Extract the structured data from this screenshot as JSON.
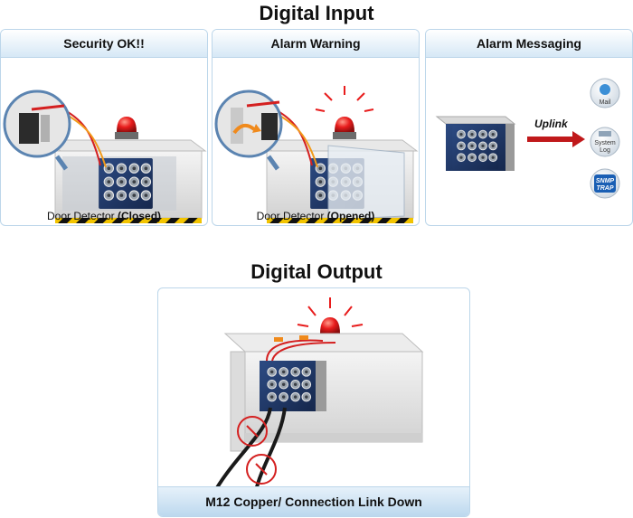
{
  "digital_input": {
    "title": "Digital Input",
    "panels": [
      {
        "heading": "Security OK!!",
        "caption_prefix": "Door Detector ",
        "caption_bold": "(Closed)"
      },
      {
        "heading": "Alarm Warning",
        "caption_prefix": "Door Detector ",
        "caption_bold": "(Opened)"
      },
      {
        "heading": "Alarm Messaging",
        "uplink_label": "Uplink",
        "icons": [
          {
            "name": "mail-icon",
            "label": "Mail"
          },
          {
            "name": "system-log-icon",
            "label_line1": "System",
            "label_line2": "Log"
          },
          {
            "name": "snmp-trap-icon",
            "label_line1": "SNMP",
            "label_line2": "TRAP"
          }
        ]
      }
    ]
  },
  "digital_output": {
    "title": "Digital Output",
    "footer": "M12 Copper/ Connection Link Down"
  },
  "colors": {
    "panel_border": "#bcd6ea",
    "header_gradient_end": "#d6e8f6",
    "switch_blue": "#1f3563",
    "alarm_red": "#e81c1c",
    "wire_red": "#d42020",
    "hazard_yellow": "#f2c400",
    "arrow_red": "#c0191b",
    "snmp_blue": "#1a5fb4"
  }
}
